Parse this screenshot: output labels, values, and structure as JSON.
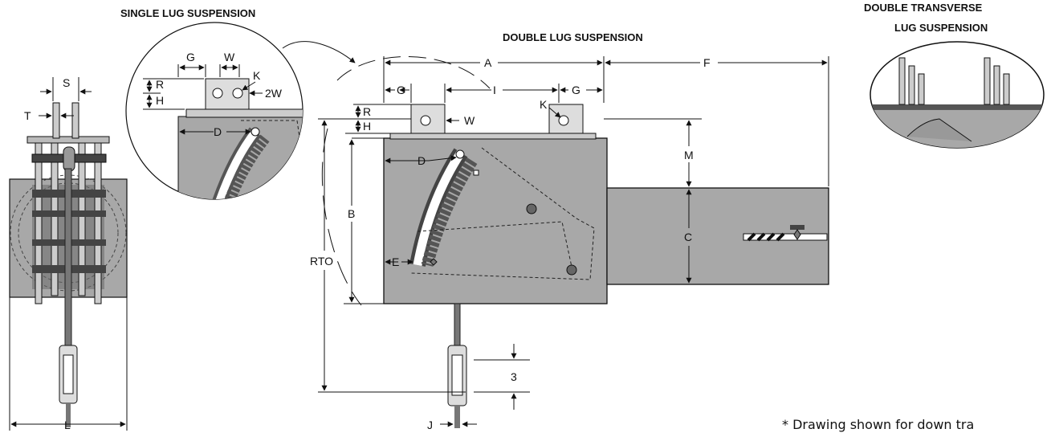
{
  "titles": {
    "single_lug": "SINGLE LUG SUSPENSION",
    "double_lug": "DOUBLE LUG SUSPENSION",
    "double_transverse_line1": "DOUBLE TRANSVERSE",
    "double_transverse_line2": "LUG SUSPENSION"
  },
  "dimension_labels": {
    "S": "S",
    "T": "T",
    "L": "L",
    "G": "G",
    "W": "W",
    "R": "R",
    "H": "H",
    "K": "K",
    "D": "D",
    "two_W": "2W",
    "A": "A",
    "F": "F",
    "I": "I",
    "M": "M",
    "B": "B",
    "C": "C",
    "E": "E",
    "RTO": "RTO",
    "J": "J",
    "three": "3"
  },
  "footnote": "* Drawing shown for down tra",
  "colors": {
    "body_gray": "#a8a8a8",
    "dark_gray": "#555555",
    "light_gray": "#cfcfcf",
    "line": "#111111"
  }
}
